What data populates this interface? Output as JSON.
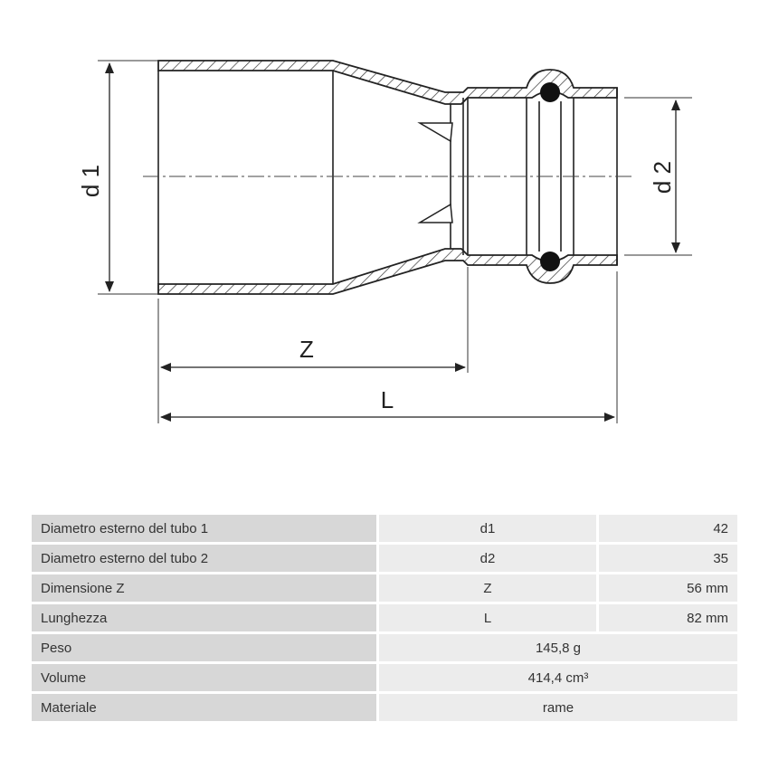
{
  "diagram": {
    "labels": {
      "d1": "d 1",
      "d2": "d 2",
      "z": "Z",
      "l": "L"
    }
  },
  "specs": {
    "rows": [
      {
        "label": "Diametro esterno del tubo 1",
        "symbol": "d1",
        "value": "42"
      },
      {
        "label": "Diametro esterno del tubo 2",
        "symbol": "d2",
        "value": "35"
      },
      {
        "label": "Dimensione Z",
        "symbol": "Z",
        "value": "56 mm"
      },
      {
        "label": "Lunghezza",
        "symbol": "L",
        "value": "82 mm"
      },
      {
        "label": "Peso",
        "value": "145,8 g"
      },
      {
        "label": "Volume",
        "value": "414,4 cm³"
      },
      {
        "label": "Materiale",
        "value": "rame"
      }
    ]
  }
}
